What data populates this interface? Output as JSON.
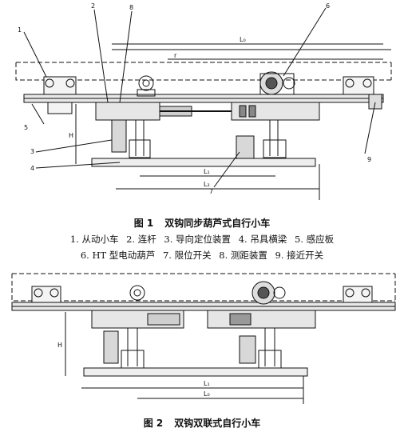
{
  "figure1": {
    "caption_number": "图 1",
    "caption_title": "双钩同步葫芦式自行小车",
    "callouts": [
      "1",
      "2",
      "8",
      "6",
      "5",
      "3",
      "4",
      "7",
      "9"
    ],
    "dimensions": [
      "L₀",
      "r",
      "H",
      "L₁",
      "L₂"
    ],
    "legend_line1": [
      "1. 从动小车",
      "2. 连杆",
      "3. 导向定位装置",
      "4. 吊具横梁",
      "5. 感应板"
    ],
    "legend_line2": [
      "6. HT 型电动葫芦",
      "7. 限位开关",
      "8. 测距装置",
      "9. 接近开关"
    ]
  },
  "figure2": {
    "caption_number": "图 2",
    "caption_title": "双钩双联式自行小车",
    "dimensions": [
      "H",
      "L₁",
      "L₀"
    ]
  }
}
